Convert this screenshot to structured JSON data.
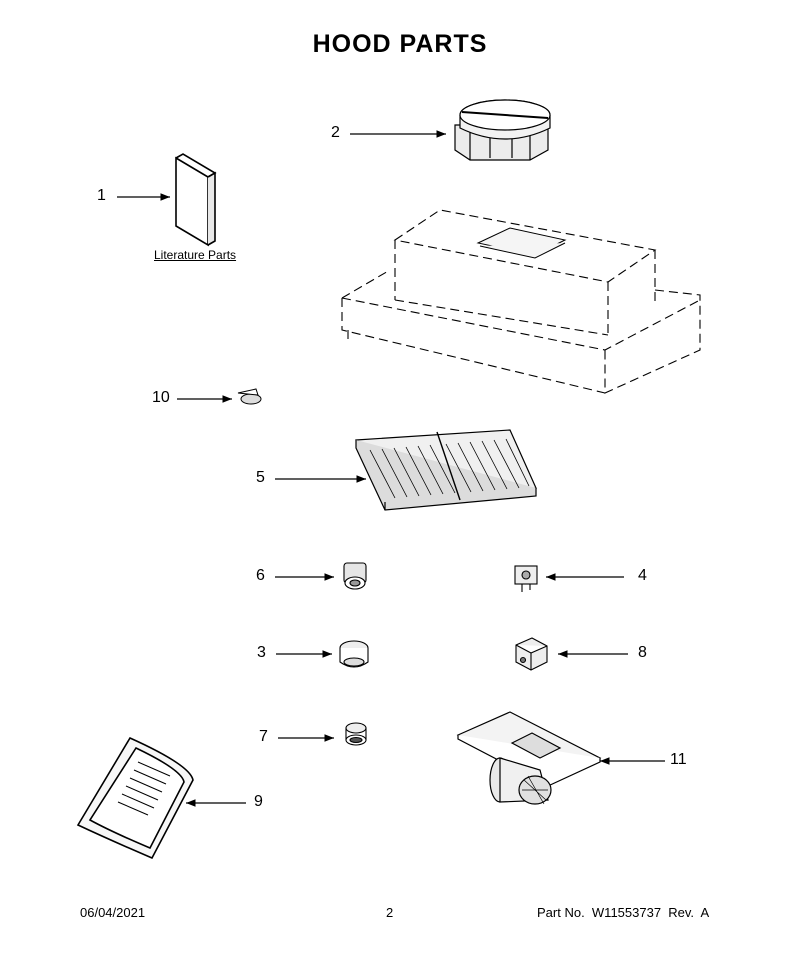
{
  "title": "HOOD PARTS",
  "literature_label": "Literature Parts",
  "callouts": [
    "1",
    "2",
    "10",
    "5",
    "6",
    "4",
    "3",
    "8",
    "7",
    "11",
    "9"
  ],
  "footer": {
    "date": "06/04/2021",
    "page": "2",
    "part_no": "Part No.  W11553737  Rev.  A"
  }
}
